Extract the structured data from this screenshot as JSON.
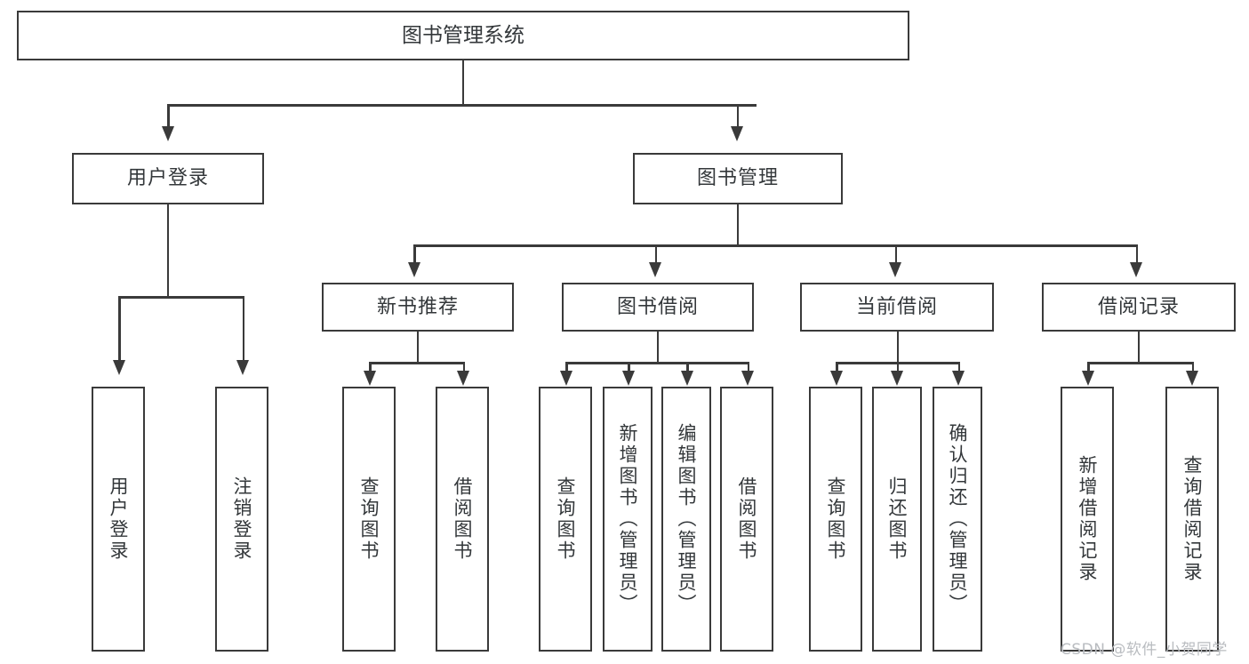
{
  "diagram": {
    "title": "图书管理系统",
    "type": "tree-hierarchy-diagram",
    "watermark": "CSDN @软件_小贺同学",
    "colors": {
      "box_border": "#3a3a3a",
      "box_fill": "#ffffff",
      "text": "#33373a",
      "connector": "#3a3a3a",
      "watermark": "#b9bcc0",
      "background": "#ffffff"
    },
    "root": {
      "label": "图书管理系统"
    },
    "level2": [
      {
        "label": "用户登录"
      },
      {
        "label": "图书管理"
      }
    ],
    "level3": [
      {
        "label": "新书推荐"
      },
      {
        "label": "图书借阅"
      },
      {
        "label": "当前借阅"
      },
      {
        "label": "借阅记录"
      }
    ],
    "leaves": {
      "user_login": [
        {
          "label": "用户登录"
        },
        {
          "label": "注销登录"
        }
      ],
      "new_book_recommend": [
        {
          "label": "查询图书"
        },
        {
          "label": "借阅图书"
        }
      ],
      "book_borrow": [
        {
          "label": "查询图书"
        },
        {
          "label": "新增图书（管理员）"
        },
        {
          "label": "编辑图书（管理员）"
        },
        {
          "label": "借阅图书"
        }
      ],
      "current_borrow": [
        {
          "label": "查询图书"
        },
        {
          "label": "归还图书"
        },
        {
          "label": "确认归还（管理员）"
        }
      ],
      "borrow_record": [
        {
          "label": "新增借阅记录"
        },
        {
          "label": "查询借阅记录"
        }
      ]
    }
  }
}
